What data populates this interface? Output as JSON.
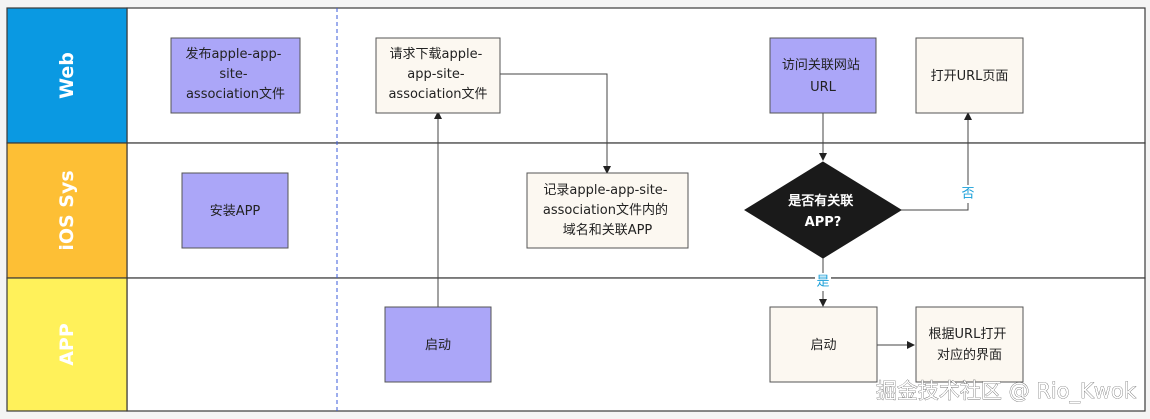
{
  "colors": {
    "web_lane": "#0a99e2",
    "ios_lane": "#fdbf35",
    "app_lane": "#fff15a",
    "purple_box": "#aba6f8",
    "cream_box": "#fcf8f1",
    "diamond": "#1a1a1a",
    "edge_label": "#1a9fd9"
  },
  "lanes": [
    {
      "id": "web",
      "label": "Web"
    },
    {
      "id": "ios",
      "label": "iOS Sys"
    },
    {
      "id": "app",
      "label": "APP"
    }
  ],
  "nodes": {
    "publish": {
      "lines": [
        "发布apple-app-",
        "site-",
        "association文件"
      ]
    },
    "request": {
      "lines": [
        "请求下载apple-",
        "app-site-",
        "association文件"
      ]
    },
    "visit": {
      "lines": [
        "访问关联网站",
        "URL"
      ]
    },
    "open_url": {
      "lines": [
        "打开URL页面"
      ]
    },
    "install": {
      "lines": [
        "安装APP"
      ]
    },
    "record": {
      "lines": [
        "记录apple-app-site-",
        "association文件内的",
        "域名和关联APP"
      ]
    },
    "decision": {
      "lines": [
        "是否有关联",
        "APP?"
      ]
    },
    "launch1": {
      "lines": [
        "启动"
      ]
    },
    "launch2": {
      "lines": [
        "启动"
      ]
    },
    "open_ui": {
      "lines": [
        "根据URL打开",
        "对应的界面"
      ]
    }
  },
  "edge_labels": {
    "no": "否",
    "yes": "是"
  },
  "watermark": "掘金技术社区 @ Rio_Kwok"
}
